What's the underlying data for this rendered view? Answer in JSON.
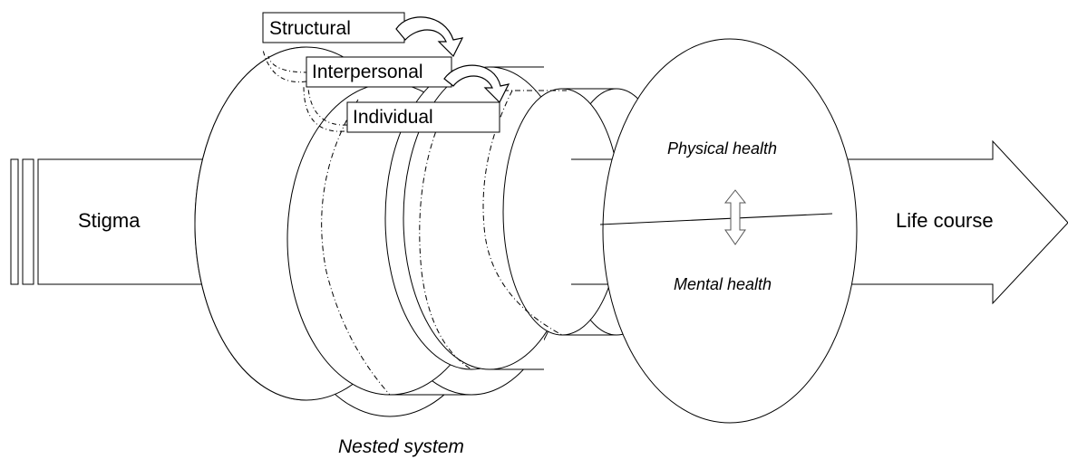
{
  "diagram": {
    "input_label": "Stigma",
    "layers": {
      "structural": "Structural",
      "interpersonal": "Interpersonal",
      "individual": "Individual"
    },
    "outcomes": {
      "physical": "Physical health",
      "mental": "Mental health"
    },
    "output_label": "Life course",
    "caption": "Nested system"
  }
}
